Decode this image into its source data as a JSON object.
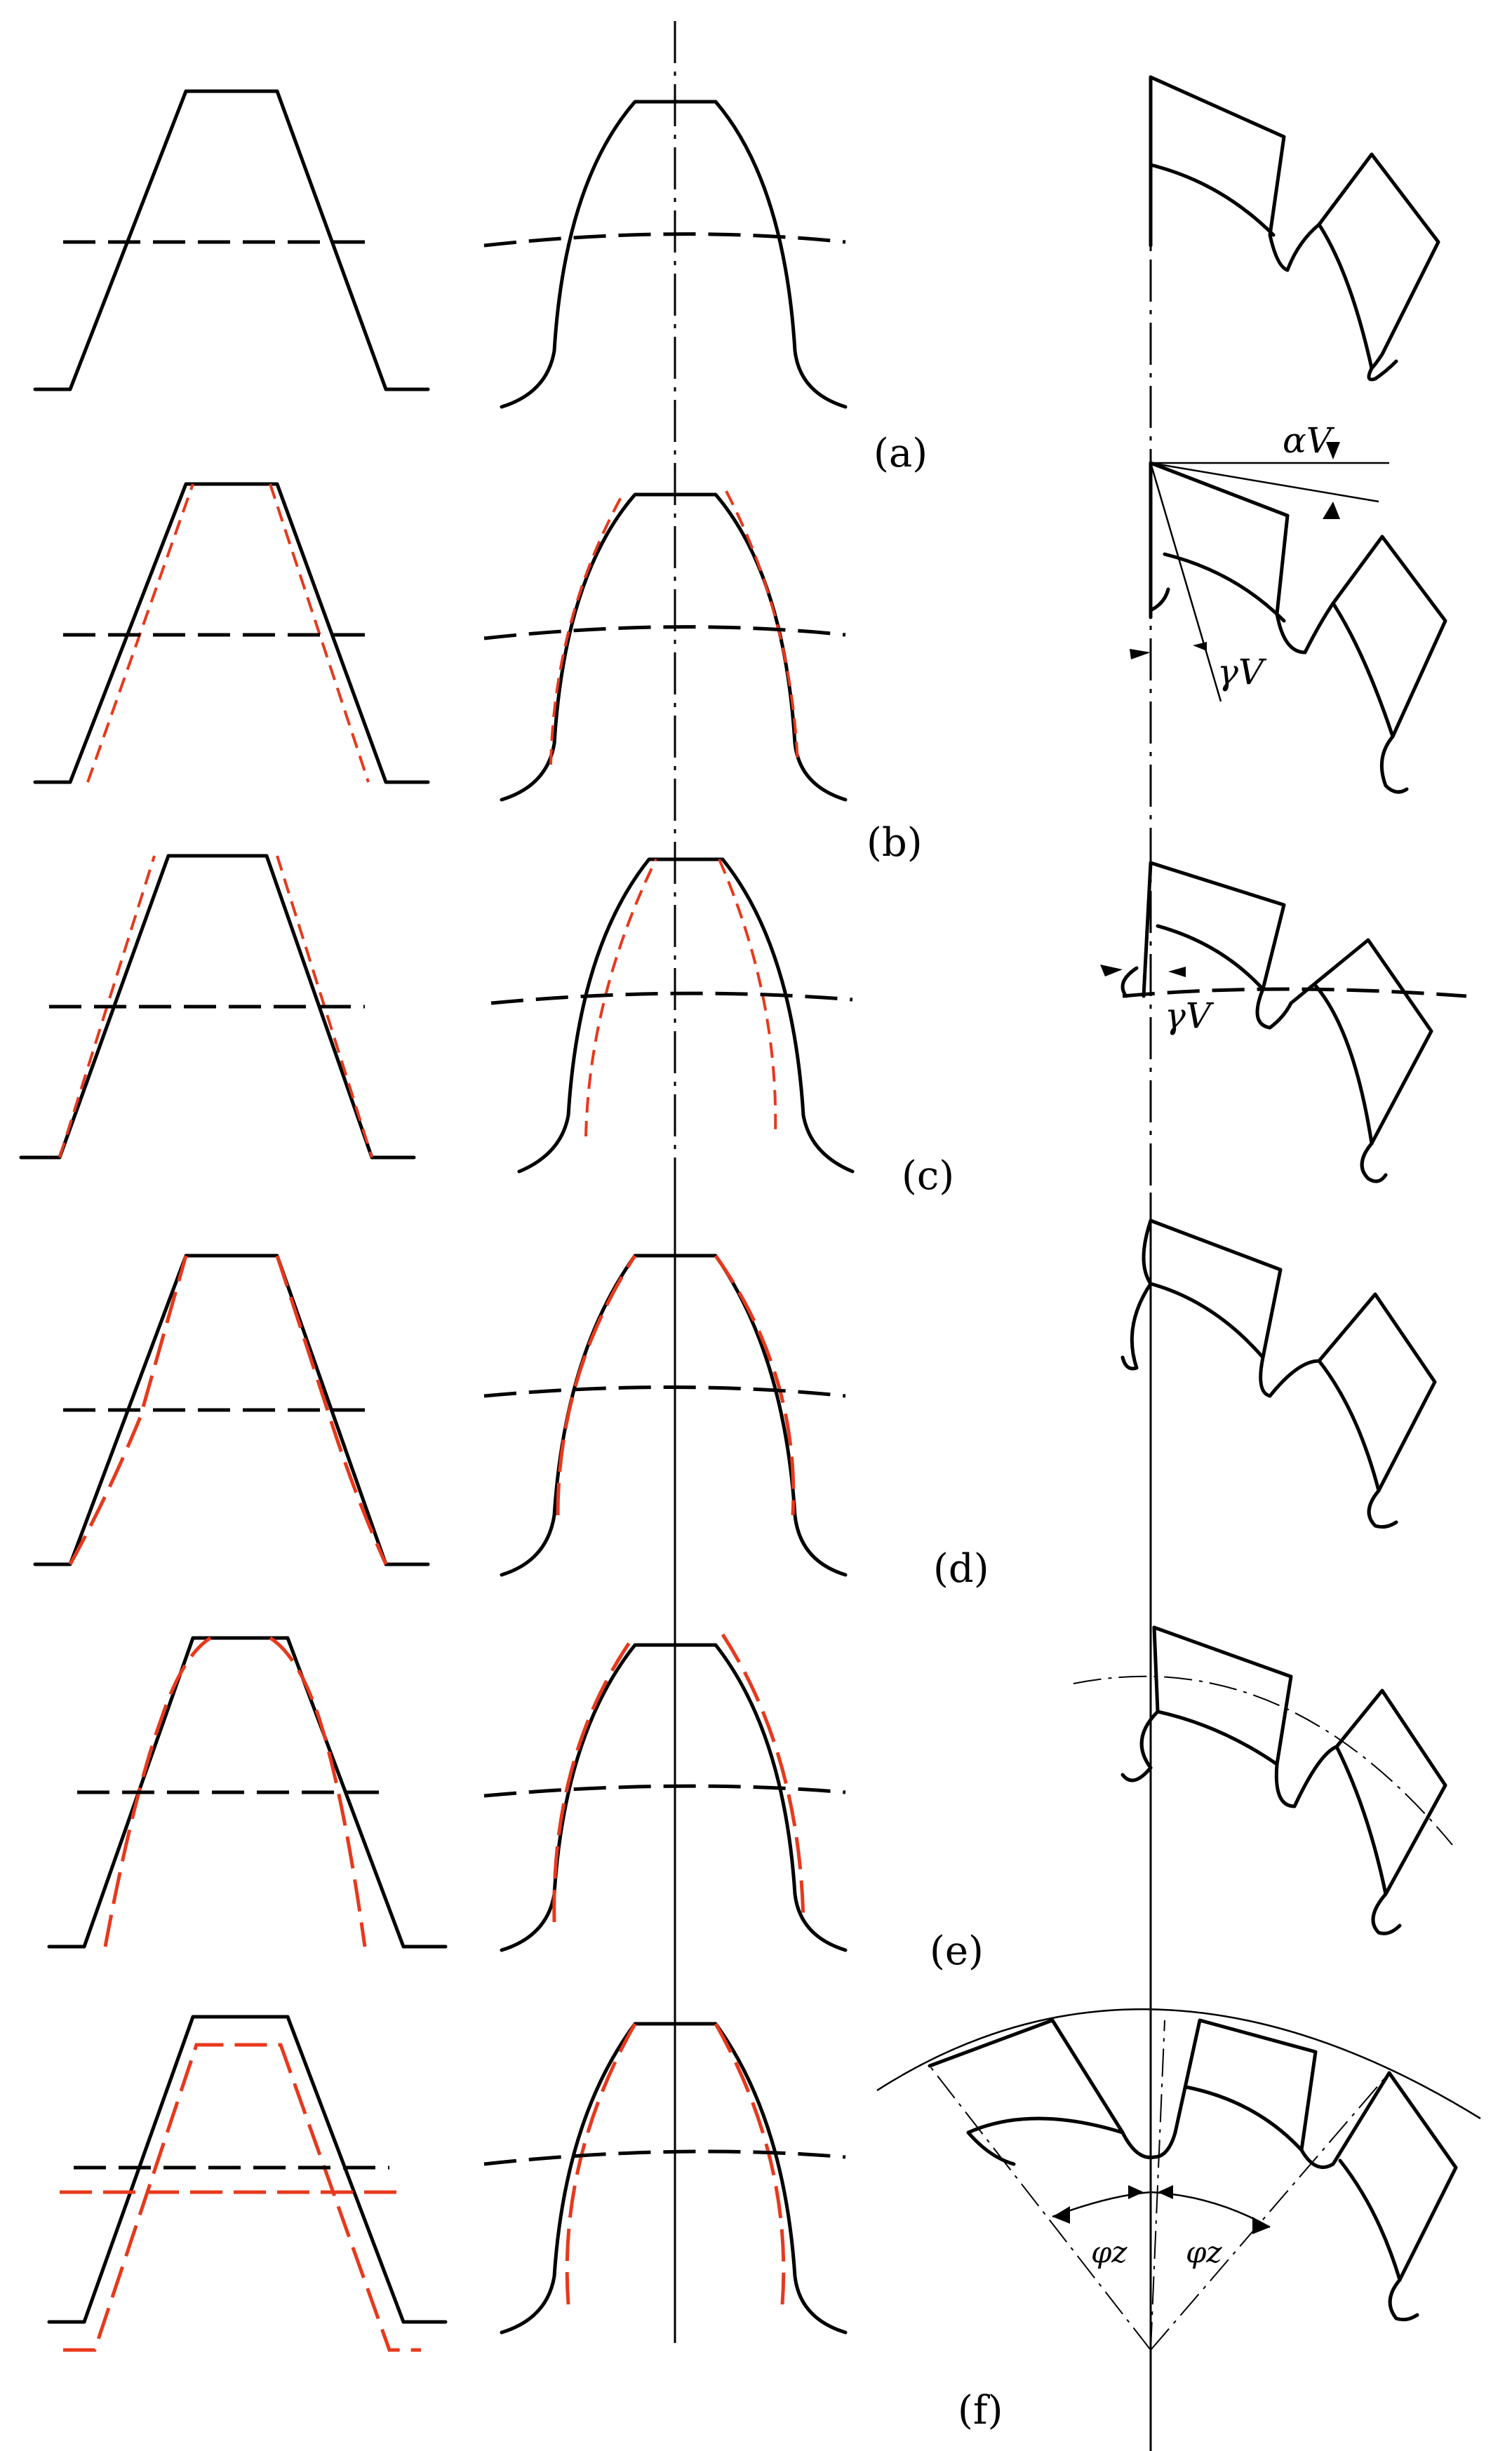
{
  "panels": [
    {
      "id": "a",
      "label": "(a)"
    },
    {
      "id": "b",
      "label": "(b)"
    },
    {
      "id": "c",
      "label": "(c)"
    },
    {
      "id": "d",
      "label": "(d)"
    },
    {
      "id": "e",
      "label": "(e)"
    },
    {
      "id": "f",
      "label": "(f)"
    }
  ],
  "symbols": {
    "alpha_v": "αV",
    "gamma_v_b": "γV",
    "gamma_v_c": "γV",
    "phi_z_left": "φz",
    "phi_z_right": "φz"
  },
  "colors": {
    "outline": "#000000",
    "modification": "#e8381c"
  }
}
